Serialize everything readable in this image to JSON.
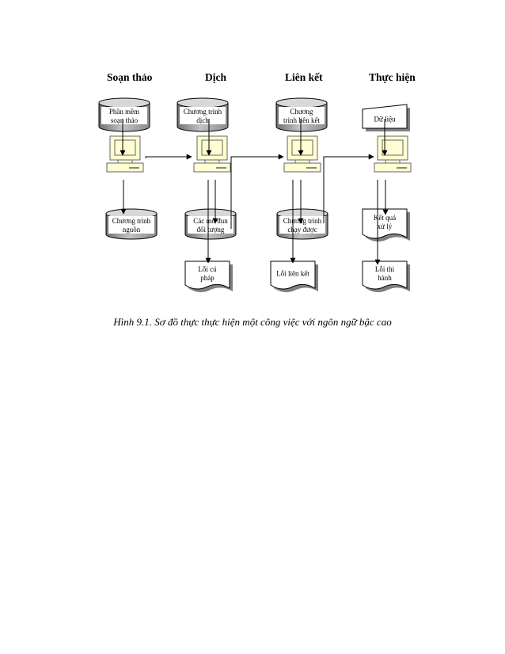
{
  "columns": [
    "Soạn thảo",
    "Dịch",
    "Liên kết",
    "Thực hiện"
  ],
  "nodes": {
    "editor_software": [
      "Phần mềm",
      "soạn thảo"
    ],
    "compiler": [
      "Chương trình",
      "dịch"
    ],
    "linker": [
      "Chương",
      "trình liên kết"
    ],
    "input_data": [
      "Dữ liệu"
    ],
    "source_program": [
      "Chương trình",
      "nguồn"
    ],
    "object_modules": [
      "Các mô đun",
      "đối tượng"
    ],
    "executable": [
      "Chương trình",
      "chạy được"
    ],
    "results": [
      "Kết quả",
      "xử lý"
    ],
    "syntax_errors": [
      "Lỗi cú",
      "pháp"
    ],
    "link_errors": [
      "Lỗi liên kết"
    ],
    "runtime_errors": [
      "Lỗi thi",
      "hành"
    ]
  },
  "caption": "Hình 9.1. Sơ đồ thực thực hiện một công việc với ngôn ngữ bậc cao",
  "colors": {
    "cylinder_body": "#b5b5b5",
    "monitor": "#fefed2",
    "shadow": "#7f7f7f",
    "line": "#000000"
  }
}
